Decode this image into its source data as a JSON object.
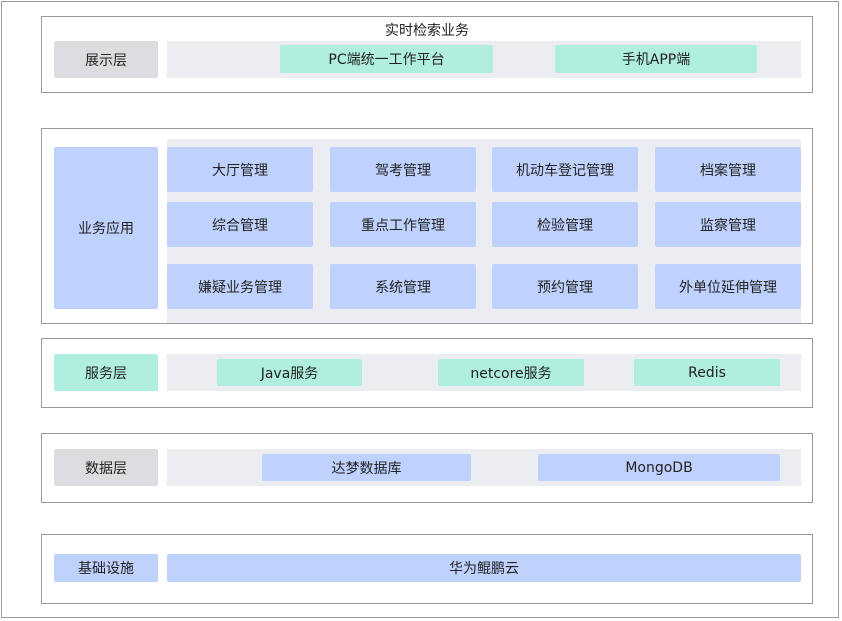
{
  "presentation": {
    "title": "实时检索业务",
    "layer_label": "展示层",
    "items": [
      "PC端统一工作平台",
      "手机APP端"
    ]
  },
  "business": {
    "layer_label": "业务应用",
    "items": [
      "大厅管理",
      "驾考管理",
      "机动车登记管理",
      "档案管理",
      "综合管理",
      "重点工作管理",
      "检验管理",
      "监察管理",
      "嫌疑业务管理",
      "系统管理",
      "预约管理",
      "外单位延伸管理"
    ]
  },
  "service": {
    "layer_label": "服务层",
    "items": [
      "Java服务",
      "netcore服务",
      "Redis"
    ]
  },
  "data_layer": {
    "layer_label": "数据层",
    "items": [
      "达梦数据库",
      "MongoDB"
    ]
  },
  "infrastructure": {
    "layer_label": "基础设施",
    "items": [
      "华为鲲鹏云"
    ]
  },
  "colors": {
    "label_gray": "#dcdde0",
    "item_green": "#b0efdf",
    "item_blue": "#bfd2fd",
    "track": "#ecedf0",
    "border": "#9a9a9a"
  }
}
